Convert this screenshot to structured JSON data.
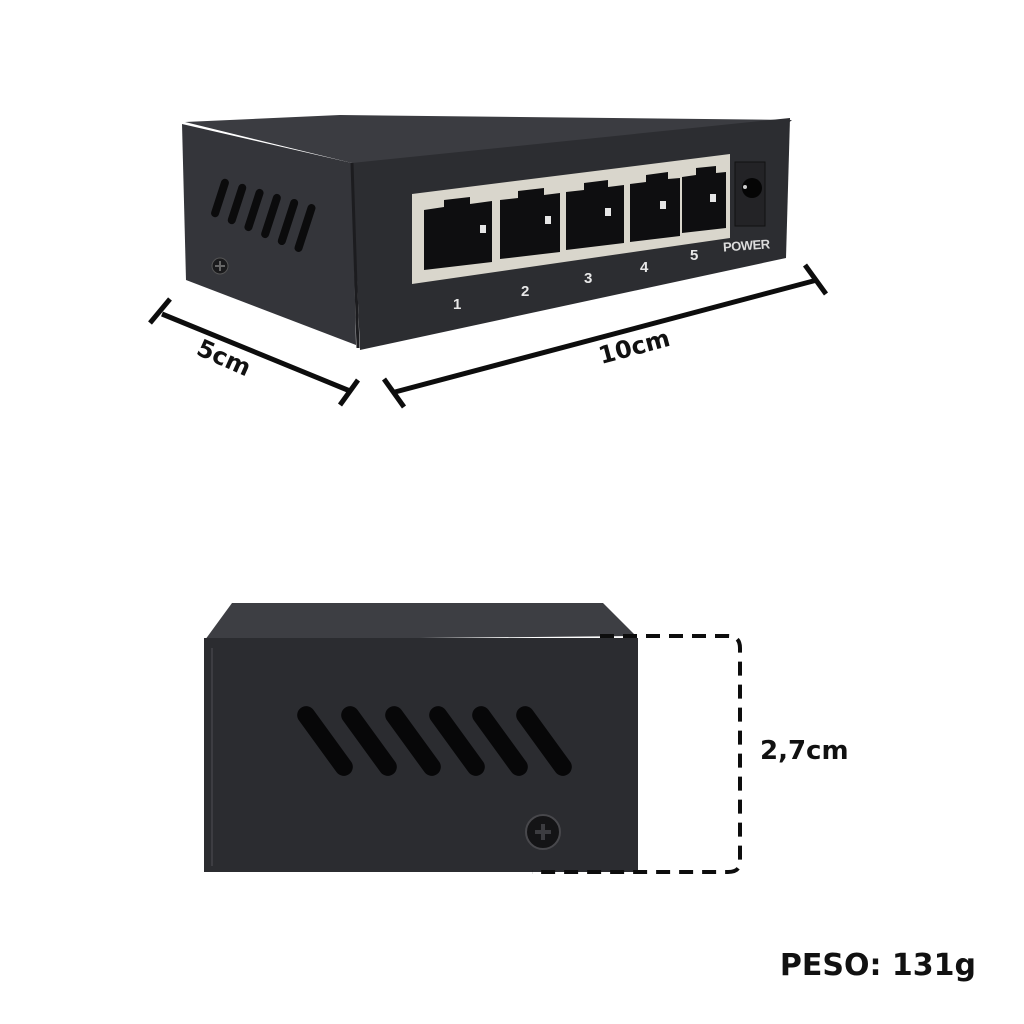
{
  "product": {
    "type": "5-port ethernet switch",
    "views": [
      "perspective-front",
      "side"
    ]
  },
  "front_view": {
    "ports": [
      {
        "label": "1"
      },
      {
        "label": "2"
      },
      {
        "label": "3"
      },
      {
        "label": "4"
      },
      {
        "label": "5"
      }
    ],
    "power_label": "POWER"
  },
  "dimensions": {
    "depth": "5cm",
    "width": "10cm",
    "height": "2,7cm"
  },
  "weight": {
    "text": "PESO: 131g"
  },
  "colors": {
    "case": "#2e2f33",
    "case_top": "#3a3b40",
    "port_frame": "#d9d6cc",
    "line": "#0d0d0d",
    "background": "#ffffff"
  }
}
